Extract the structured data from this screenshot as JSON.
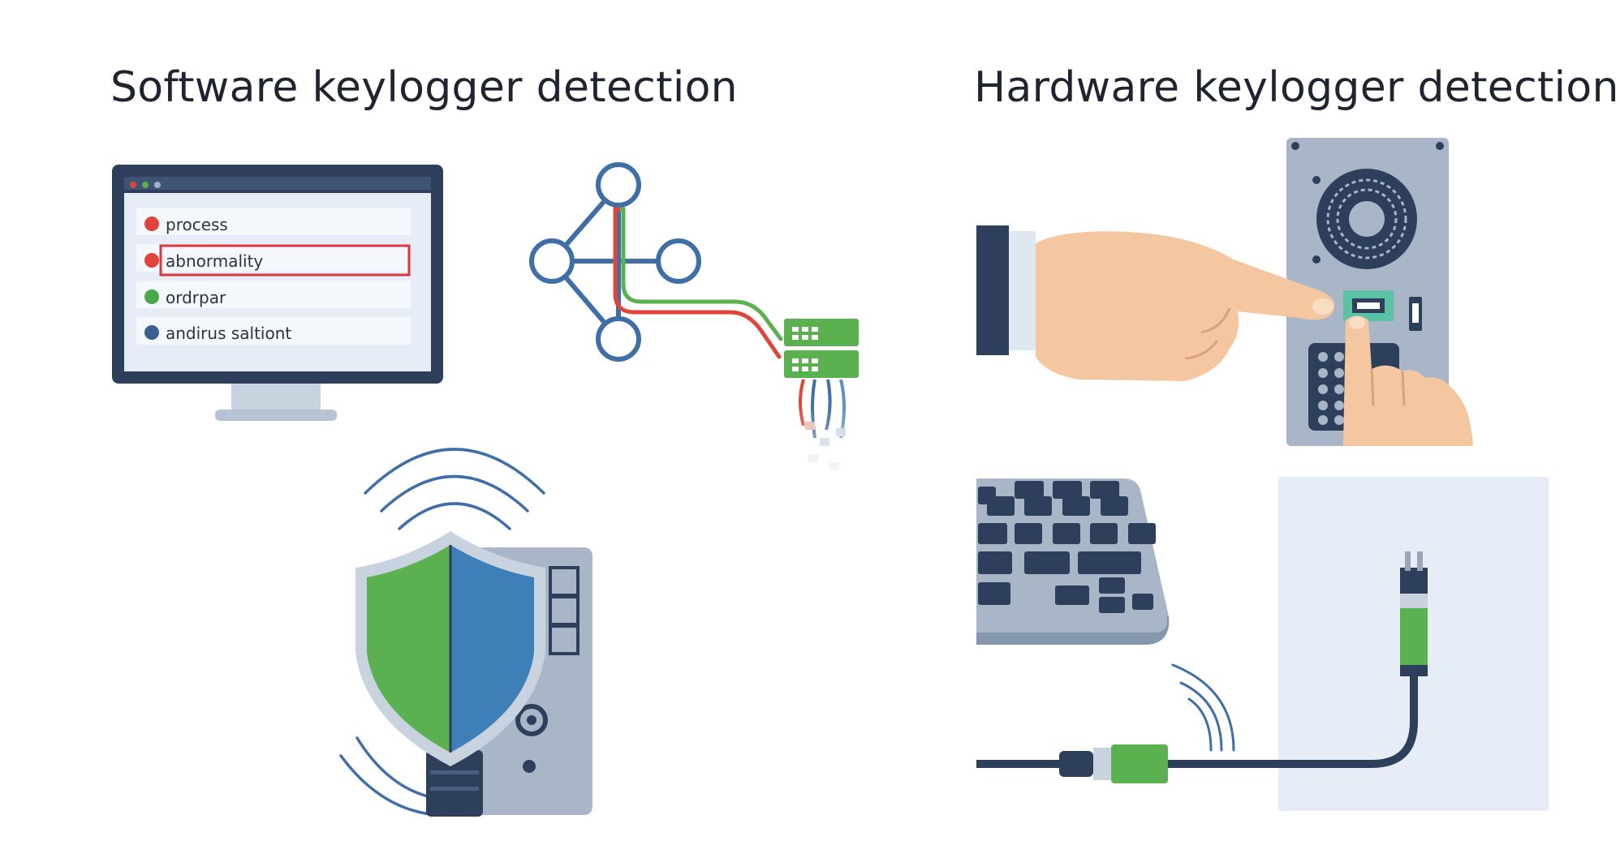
{
  "titles": {
    "software": "Software keylogger detection",
    "hardware": "Hardware keylogger detection"
  },
  "monitor_list": {
    "items": [
      {
        "label": "process",
        "dot_color": "#e0443a"
      },
      {
        "label": "abnormality",
        "dot_color": "#e0443a"
      },
      {
        "label": "ordrpar",
        "dot_color": "#49a84a"
      },
      {
        "label": "andirus saltiont",
        "dot_color": "#3d5f8f"
      }
    ],
    "highlight_color": "#d9363e"
  },
  "colors": {
    "navy": "#2e3f5c",
    "blue": "#3f6fa6",
    "green": "#5bb04f",
    "red": "#e0443a",
    "gray_panel": "#a8b6c8",
    "light_panel": "#e6edf6",
    "skin": "#f4c7a1"
  },
  "icons": [
    "monitor-icon",
    "network-graph-icon",
    "server-rack-icon",
    "shield-icon",
    "pc-tower-icon",
    "hand-pointing-icon",
    "keyboard-icon",
    "usb-cable-icon",
    "wireless-signal-icon"
  ]
}
